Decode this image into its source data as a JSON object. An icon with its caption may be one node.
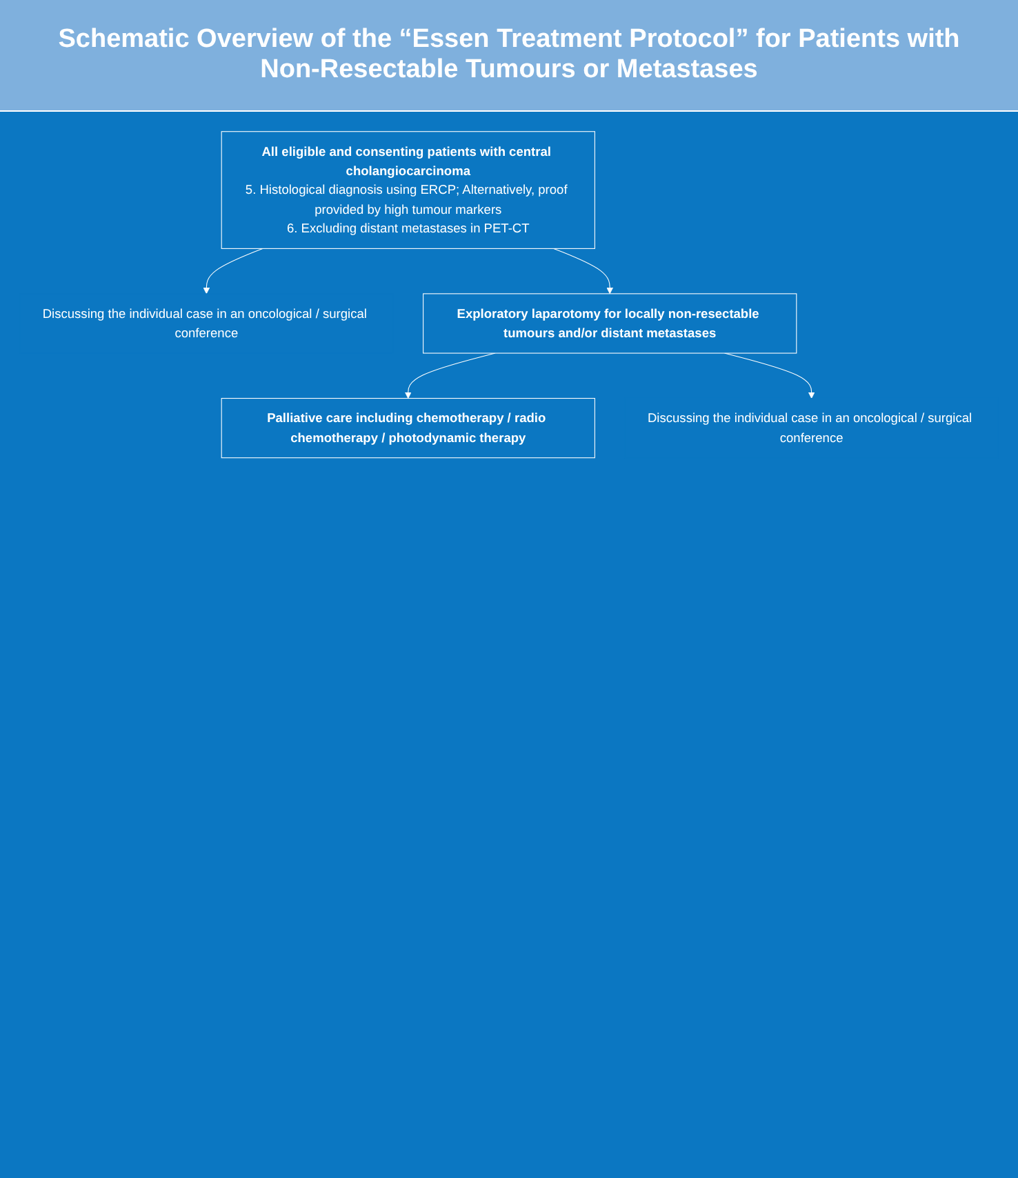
{
  "diagram": {
    "title": "Schematic Overview of the “Essen Treatment Protocol” for Patients with Non-Resectable Tumours or Metastases",
    "nodes": [
      {
        "text": [
          "All eligible and consenting patients with central cholangiocarcinoma",
          "5. Histological diagnosis using ERCP; Alternatively, proof provided by high tumour markers",
          "6. Excluding distant metastases in PET-CT"
        ]
      },
      {
        "text": [
          "Discussing the individual case in an oncological / surgical conference"
        ]
      },
      {
        "text": [
          "Exploratory laparotomy for locally non-resectable tumours and/or distant metastases"
        ]
      },
      {
        "text": [
          "Discussing the individual case in an oncological / surgical conference"
        ]
      },
      {
        "text": [
          "Palliative care including chemotherapy / radio chemotherapy / photodynamic therapy"
        ]
      }
    ],
    "edges": [
      {
        "from": 0,
        "to": 2,
        "arrow": "to"
      },
      {
        "from": 0,
        "to": 1,
        "arrow": "to"
      },
      {
        "from": 2,
        "to": 4,
        "arrow": "to"
      },
      {
        "from": 2,
        "to": 3,
        "arrow": "to"
      }
    ]
  }
}
